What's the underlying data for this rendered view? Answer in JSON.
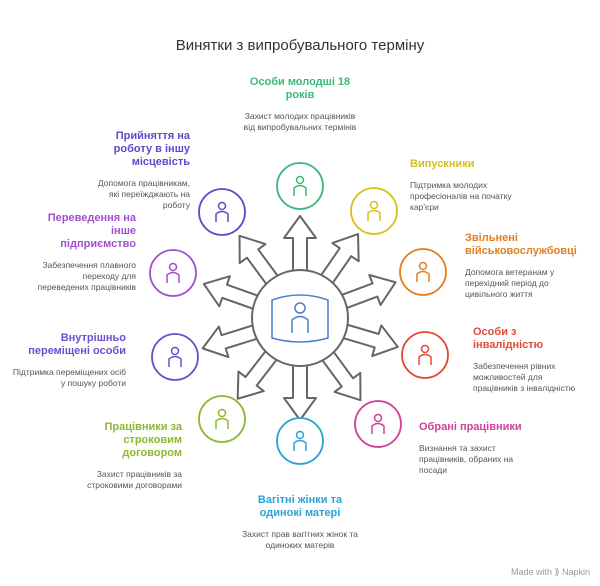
{
  "title": "Винятки з випробувального терміну",
  "footer": "Made with ⟫ Napkin",
  "items": [
    {
      "title": "Особи молодші 18 років",
      "text": "Захист молодих працівників від випробувальних термінів",
      "color": "#3db87a",
      "icon": "shield-person-icon"
    },
    {
      "title": "Випускники",
      "text": "Підтримка молодих професіоналів на початку кар'єри",
      "color": "#d9bf1c",
      "icon": "graduate-icon"
    },
    {
      "title": "Звільнені військовослужбовці",
      "text": "Допомога ветеранам у перехідний період до цивільного життя",
      "color": "#e0801e",
      "icon": "veteran-icon"
    },
    {
      "title": "Особи з інвалідністю",
      "text": "Забезпечення рівних можливостей для працівників з інвалідністю",
      "color": "#e04a3a",
      "icon": "wheelchair-icon"
    },
    {
      "title": "Обрані працівники",
      "text": "Визнання та захист працівників, обраних на посади",
      "color": "#d0409c",
      "icon": "elected-person-icon"
    },
    {
      "title": "Вагітні жінки та одинокі матері",
      "text": "Захист прав вагітних жінок та одиноких матерів",
      "color": "#2aa3d2",
      "icon": "pregnant-woman-icon"
    },
    {
      "title": "Працівники за строковим договором",
      "text": "Захист працівників за строковими договорами",
      "color": "#8db832",
      "icon": "person-clock-icon"
    },
    {
      "title": "Внутрішньо переміщені особи",
      "text": "Підтримка переміщених осіб у пошуку роботи",
      "color": "#6c4fd0",
      "icon": "displaced-person-icon"
    },
    {
      "title": "Переведення на інше підприємство",
      "text": "Забезпечення плавного переходу для переведених працівників",
      "color": "#a24fd0",
      "icon": "transfer-arrows-icon"
    },
    {
      "title": "Прийняття на роботу в іншу місцевість",
      "text": "Допомога працівникам, які переїжджають на роботу",
      "color": "#5a4ccc",
      "icon": "relocation-pin-icon"
    }
  ],
  "hub": {
    "color": "#4a7fd0",
    "icon": "central-person-icon"
  }
}
